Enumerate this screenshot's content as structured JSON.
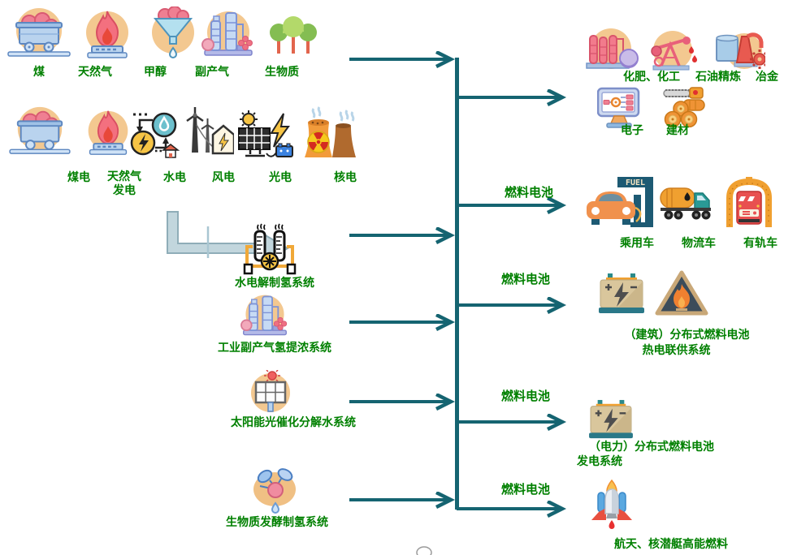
{
  "colors": {
    "arrow": "#156471",
    "label": "#008000",
    "elbow_fill": "#c2d6dd",
    "elbow_stroke": "#8fadb8"
  },
  "sources_primary": [
    {
      "icon": "coal-cart-icon",
      "label": "煤"
    },
    {
      "icon": "gas-flame-icon",
      "label": "天然气"
    },
    {
      "icon": "methanol-funnel-icon",
      "label": "甲醇"
    },
    {
      "icon": "byproduct-gas-plant-icon",
      "label": "副产气"
    },
    {
      "icon": "biomass-trees-icon",
      "label": "生物质"
    }
  ],
  "sources_power": [
    {
      "icon": "coal-cart-icon",
      "label": "煤电"
    },
    {
      "icon": "gas-flame-icon",
      "label": "天然气",
      "label2": "发电"
    },
    {
      "icon": "hydro-power-icon",
      "label": "水电"
    },
    {
      "icon": "wind-power-icon",
      "label": "风电"
    },
    {
      "icon": "solar-power-icon",
      "label": "光电"
    },
    {
      "icon": "nuclear-power-icon",
      "label": "核电"
    }
  ],
  "systems": [
    {
      "icon": "electrolysis-icon",
      "label": "水电解制氢系统"
    },
    {
      "icon": "gas-refinery-icon",
      "label": "工业副产气氢提浓系统"
    },
    {
      "icon": "photocatalysis-panel-icon",
      "label": "太阳能光催化分解水系统"
    },
    {
      "icon": "fermentation-icon",
      "label": "生物质发酵制氢系统"
    }
  ],
  "arrow_labels": {
    "fuel_cell_1": "燃料电池",
    "fuel_cell_2": "燃料电池",
    "fuel_cell_3": "燃料电池",
    "fuel_cell_4": "燃料电池"
  },
  "applications": {
    "fuel_sign": "FUEL",
    "industry": [
      {
        "icon": "chemical-plant-icon",
        "label": "化肥、化工"
      },
      {
        "icon": "oil-pumpjack-icon",
        "label": "石油精炼"
      },
      {
        "icon": "metallurgy-icon",
        "label": "冶金"
      },
      {
        "icon": "electronics-monitor-icon",
        "label": "电子"
      },
      {
        "icon": "building-materials-icon",
        "label": "建材"
      }
    ],
    "vehicles": [
      {
        "icon": "car-fuel-station-icon",
        "label": "乘用车"
      },
      {
        "icon": "logistics-truck-icon",
        "label": "物流车"
      },
      {
        "icon": "tram-icon",
        "label": "有轨车"
      }
    ],
    "building_chp": {
      "line1": "（建筑）分布式燃料电池",
      "line2": "热电联供系统"
    },
    "power_gen": {
      "line1": "（电力）分布式燃料电池",
      "line2": "发电系统"
    },
    "aerospace": {
      "label": "航天、核潜艇高能燃料"
    }
  }
}
